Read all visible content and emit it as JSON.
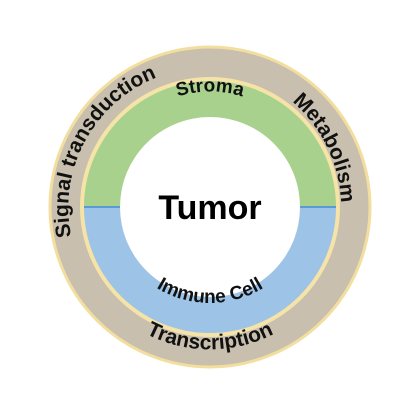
{
  "labels": {
    "center": "Tumor",
    "inner_top": "Stroma",
    "inner_bottom": "Immune Cell",
    "outer_left": "Signal transduction",
    "outer_right": "Metabolism",
    "outer_bottom": "Transcription"
  },
  "colors": {
    "outer_ring": "#C8BFAE",
    "outer_ring_border": "#F2DFA0",
    "stroma": "#A9D18E",
    "immune_cell": "#9DC3E6",
    "divider": "#5B9BD5",
    "inner_border": "#F5E3A8",
    "center": "#FFFFFF",
    "text": "#111111"
  }
}
